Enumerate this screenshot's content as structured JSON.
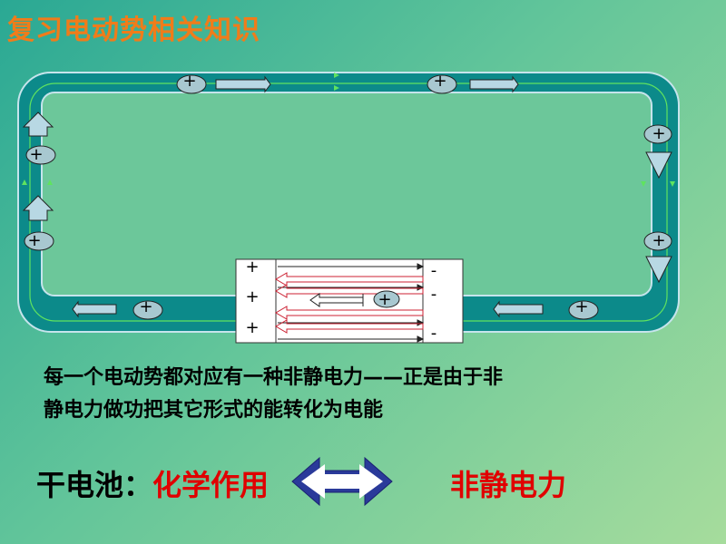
{
  "slide": {
    "title": "复习电动势相关知识",
    "description_line1": "每一个电动势都对应有一种非静电力——正是由于非",
    "description_line2": "静电力做功把其它形式的能转化为电能",
    "battery_label": "干电池：",
    "chemical_label": "化学作用",
    "force_label": "非静电力"
  },
  "diagram": {
    "charge_sign": "+",
    "negative_sign": "-"
  },
  "colors": {
    "title": "#f07c1a",
    "circuit": "#0c8a8a",
    "inner_line": "#5fe35f",
    "charge_fill": "#a8c8d0",
    "arrow_fill": "#b8d8e4",
    "double_arrow": "#2a3a9a",
    "emphasis": "#e00000"
  }
}
